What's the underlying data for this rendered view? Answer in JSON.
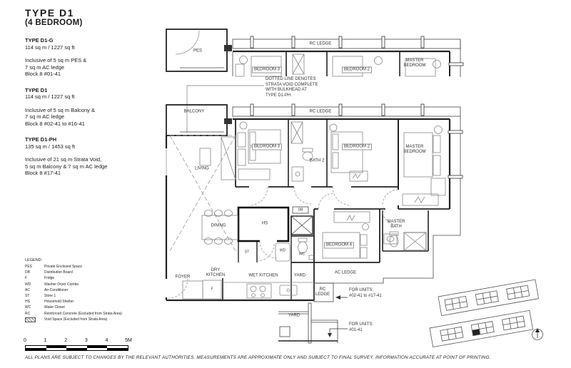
{
  "title": "TYPE  D1",
  "subtitle": "(4 BEDROOM)",
  "variants": [
    {
      "name": "TYPE D1-G",
      "area": "114 sq m / 1227 sq ft",
      "inclusive": "Inclusive of 5 sq m PES &\n7 sq m AC ledge",
      "block": "Block 8 #01-41"
    },
    {
      "name": "TYPE D1",
      "area": "114 sq m / 1227 sq ft",
      "inclusive": "Inclusive of 5 sq m Balcony &\n7 sq m AC ledge",
      "block": "Block 8 #02-41 to #16-41"
    },
    {
      "name": "TYPE D1-PH",
      "area": "135 sq m / 1453 sq ft",
      "inclusive": "Inclusive of 21 sq m Strata Void,\n5 sq m Balcony & 7 sq m AC ledge",
      "block": "Block 8 #17-41"
    }
  ],
  "legend": {
    "title": "LEGEND:",
    "items": [
      {
        "abbr": "PES",
        "desc": "Private Enclosed Space"
      },
      {
        "abbr": "DB",
        "desc": "Distribution Board"
      },
      {
        "abbr": "F",
        "desc": "Fridge"
      },
      {
        "abbr": "WD",
        "desc": "Washer Dryer Combo"
      },
      {
        "abbr": "AC",
        "desc": "Air-Conditioner"
      },
      {
        "abbr": "ST",
        "desc": "Store 1"
      },
      {
        "abbr": "HS",
        "desc": "Household Shelter"
      },
      {
        "abbr": "WC",
        "desc": "Water Closet"
      },
      {
        "abbr": "RC",
        "desc": "Reinforced Concrete (Excluded from Strata Area)"
      },
      {
        "abbr": "",
        "desc": "Void Space (Excluded from Strata Area)"
      }
    ]
  },
  "scale_bar": {
    "labels": [
      "0",
      "1",
      "2",
      "3",
      "4",
      "5M"
    ]
  },
  "disclaimer": "ALL PLANS ARE SUBJECT TO CHANGES BY THE RELEVANT AUTHORITIES. MEASUREMENTS ARE APPROXIMATE ONLY AND SUBJECT TO FINAL SURVEY. INFORMATION ACCURATE AT POINT OF PRINTING.",
  "plan": {
    "rooms": {
      "pes": "PES",
      "balcony": "BALCONY",
      "rc_ledge": "RC LEDGE",
      "rc_ledge_2": "RC\nLEDGE",
      "living": "LIVING",
      "dining": "DINING",
      "bedroom3": "BEDROOM 3",
      "bedroom2": "BEDROOM 2",
      "master_bedroom": "MASTER\nBEDROOM",
      "bath2": "BATH 2",
      "hs": "HS",
      "db": "DB",
      "st": "ST",
      "wd": "WD",
      "wc": "WC",
      "f": "F",
      "bedroom4": "BEDROOM 4",
      "master_bath": "MASTER\nBATH",
      "foyer": "FOYER",
      "dry_kitchen": "DRY\nKITCHEN",
      "wet_kitchen": "WET KITCHEN",
      "yard": "YARD",
      "ac_ledge": "AC LEDGE"
    },
    "annotations": {
      "strata_note": "DOTTED LINE DENOTES\nSTRATA VOID COMPLETE\nWITH BULKHEAD AT\nTYPE D1-PH",
      "units_mid": "FOR UNITS:\n#02-41 to #17-41",
      "units_ground": "FOR UNITS:\n#01-41"
    }
  }
}
